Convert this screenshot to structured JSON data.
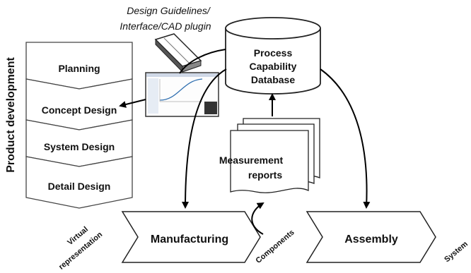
{
  "caption": [
    "Design Guidelines/",
    "Interface/CAD plugin"
  ],
  "side_label": "Product development",
  "phases": [
    "Planning",
    "Concept Design",
    "System Design",
    "Detail Design"
  ],
  "database": [
    "Process",
    "Capability",
    "Database"
  ],
  "reports": [
    "Measurement",
    "reports"
  ],
  "manufacturing": "Manufacturing",
  "assembly": "Assembly",
  "virtual": [
    "Virtual",
    "representation"
  ],
  "components": "Components",
  "system": "System"
}
